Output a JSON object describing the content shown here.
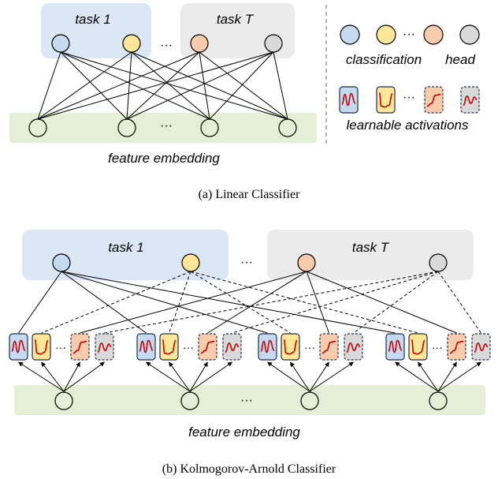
{
  "colors": {
    "task1_bg": "#dbe7f5",
    "taskT_bg": "#ebebeb",
    "feature_bg": "#e3efd6",
    "blue": "#c5d9f1",
    "yellow": "#ffe699",
    "orange": "#f8cbad",
    "gray": "#d9d9d9",
    "curve": "#c00000"
  },
  "top": {
    "task1": "task 1",
    "taskT": "task T",
    "dots": "···",
    "feature_dots": "···",
    "feature": "feature embedding",
    "caption": "(a) Linear Classifier"
  },
  "legend": {
    "dots_circles": "···",
    "dots_acts": "···",
    "classification": "classification",
    "head": "head",
    "learnable": "learnable activations"
  },
  "bottom": {
    "task1": "task 1",
    "taskT": "task T",
    "dots": "···",
    "feature_dots": "···",
    "feature": "feature embedding",
    "caption": "(b) Kolmogorov-Arnold Classifier",
    "group_dots": [
      "···",
      "···",
      "···",
      "···"
    ]
  }
}
